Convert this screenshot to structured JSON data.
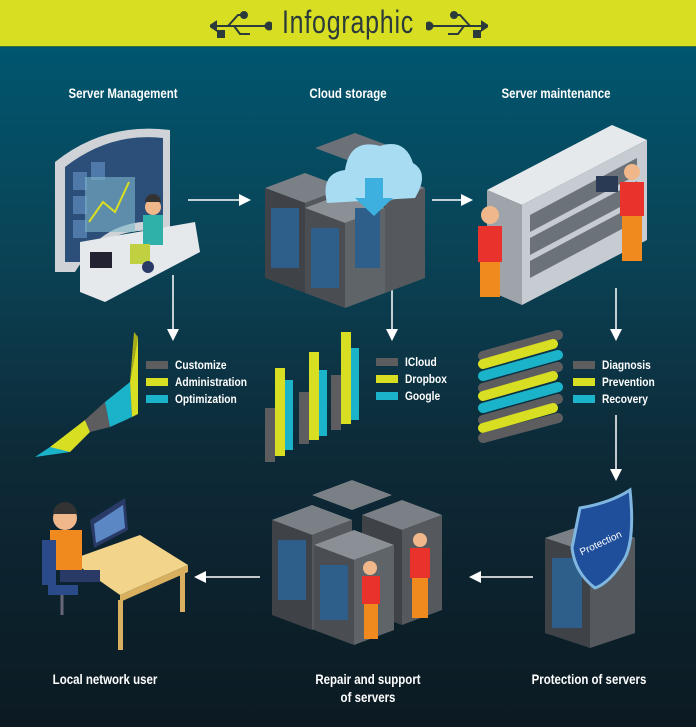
{
  "header": {
    "title": "Infographic",
    "left_icon": "usb-icon",
    "right_icon": "usb-icon"
  },
  "colors": {
    "yellow": "#d8de22",
    "gray": "#5d5d60",
    "cyan": "#1bb3c9",
    "bg_top": "#00566f",
    "bg_bottom": "#0c1a22"
  },
  "steps": {
    "server_management": "Server Management",
    "cloud_storage": "Cloud storage",
    "server_maintenance": "Server maintenance",
    "local_network_user": "Local network user",
    "repair_line1": "Repair and support",
    "repair_line2": "of servers",
    "protection": "Protection of servers"
  },
  "legends": {
    "management": [
      "Customize",
      "Administration",
      "Optimization"
    ],
    "storage": [
      "ICloud",
      "Dropbox",
      "Google"
    ],
    "maintenance": [
      "Diagnosis",
      "Prevention",
      "Recovery"
    ]
  },
  "shield_label": "Protection"
}
